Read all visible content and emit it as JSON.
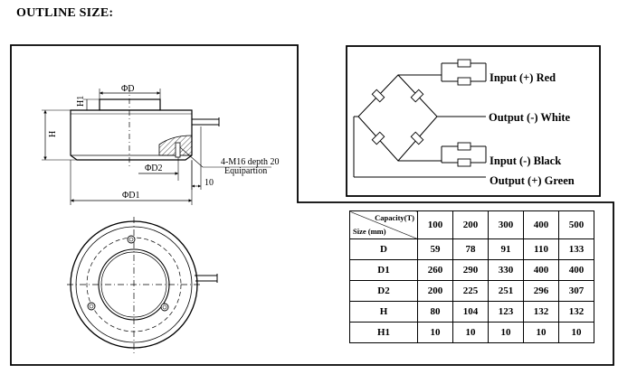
{
  "title": "OUTLINE SIZE:",
  "drawing": {
    "phi_d": "ΦD",
    "h1": "H1",
    "h": "H",
    "phi_d2": "ΦD2",
    "phi_d1": "ΦD1",
    "thread_note_line1": "4-M16 depth 20",
    "thread_note_line2": "Equipartion",
    "dim_10": "10"
  },
  "wiring": {
    "input_pos": "Input (+) Red",
    "output_neg": "Output (-) White",
    "input_neg": "Input (-) Black",
    "output_pos": "Output (+) Green"
  },
  "table": {
    "corner_top": "Capacity(T)",
    "corner_bottom": "Size (mm)",
    "capacities": [
      "100",
      "200",
      "300",
      "400",
      "500"
    ],
    "rows": [
      {
        "label": "D",
        "values": [
          "59",
          "78",
          "91",
          "110",
          "133"
        ]
      },
      {
        "label": "D1",
        "values": [
          "260",
          "290",
          "330",
          "400",
          "400"
        ]
      },
      {
        "label": "D2",
        "values": [
          "200",
          "225",
          "251",
          "296",
          "307"
        ]
      },
      {
        "label": "H",
        "values": [
          "80",
          "104",
          "123",
          "132",
          "132"
        ]
      },
      {
        "label": "H1",
        "values": [
          "10",
          "10",
          "10",
          "10",
          "10"
        ]
      }
    ]
  }
}
